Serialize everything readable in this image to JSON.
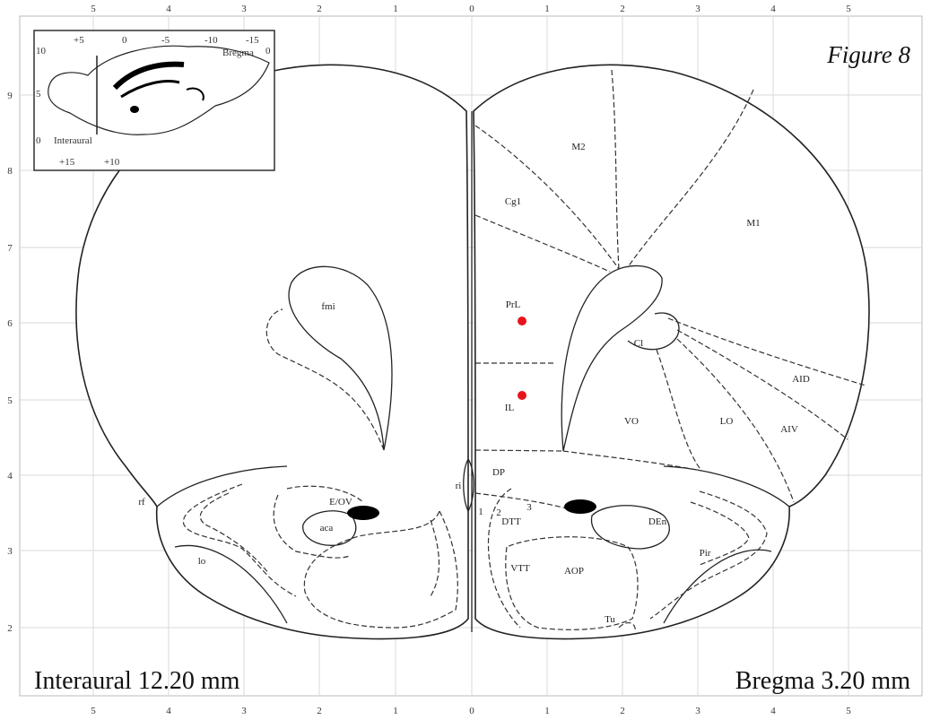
{
  "figure_title": "Figure 8",
  "interaural_caption": "Interaural 12.20 mm",
  "bregma_caption": "Bregma 3.20 mm",
  "top_ticks": [
    "5",
    "4",
    "3",
    "2",
    "1",
    "0",
    "1",
    "2",
    "3",
    "4",
    "5"
  ],
  "bottom_ticks": [
    "5",
    "4",
    "3",
    "2",
    "1",
    "0",
    "1",
    "2",
    "3",
    "4",
    "5"
  ],
  "left_ticks": [
    "9",
    "8",
    "7",
    "6",
    "5",
    "4",
    "3",
    "2"
  ],
  "inset": {
    "top_numbers": [
      "10",
      "+5",
      "0",
      "-5",
      "-10",
      "-15"
    ],
    "bottom_numbers": [
      "+15",
      "+10"
    ],
    "left_numbers": [
      "5",
      "0"
    ],
    "right_number": "0",
    "bregma_label": "Bregma",
    "interaural_label": "Interaural"
  },
  "regions_left": {
    "fmi": "fmi",
    "e_ov": "E/OV",
    "aca": "aca",
    "lo": "lo",
    "rf": "rf",
    "ri": "ri"
  },
  "regions_right": {
    "m2": "M2",
    "m1": "M1",
    "cg1": "Cg1",
    "prl": "PrL",
    "il": "IL",
    "dp": "DP",
    "ci": "Cl",
    "aid": "AID",
    "aiv": "AIV",
    "vo": "VO",
    "lo": "LO",
    "dtt": "DTT",
    "den": "DEn",
    "pir": "Pir",
    "vtt": "VTT",
    "aop": "AOP",
    "tu": "Tu",
    "n1": "1",
    "n2": "2",
    "n3": "3"
  },
  "markers": [
    {
      "label": "PrL",
      "color": "#e8141b"
    },
    {
      "label": "IL",
      "color": "#e8141b"
    }
  ]
}
